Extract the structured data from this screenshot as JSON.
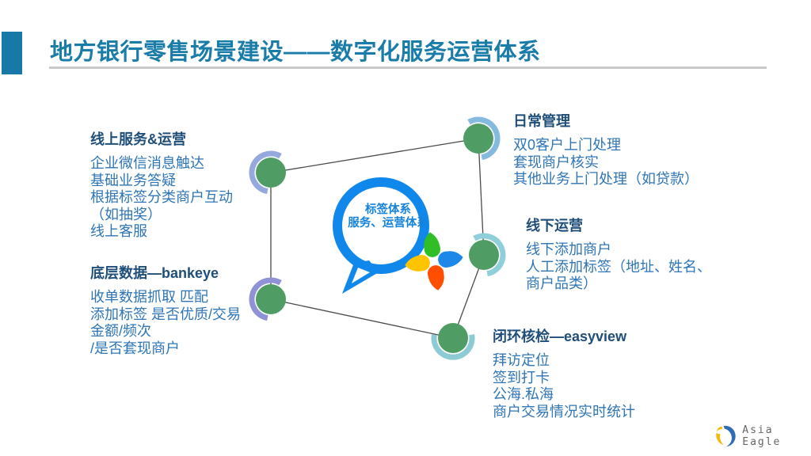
{
  "slide": {
    "title": "地方银行零售场景建设——数字化服务运营体系"
  },
  "center_label": {
    "line1": "标签体系",
    "line2": "服务、运营体系"
  },
  "blocks": {
    "online": {
      "title": "线上服务&运营",
      "lines": [
        "企业微信消息触达",
        "基础业务答疑",
        "根据标签分类商户互动",
        "（如抽奖）",
        "线上客服"
      ]
    },
    "daily": {
      "title": "日常管理",
      "lines": [
        "双0客户上门处理",
        "套现商户核实",
        "其他业务上门处理（如贷款）"
      ]
    },
    "offline": {
      "title": "线下运营",
      "lines": [
        "线下添加商户",
        "人工添加标签（地址、姓名、",
        "商户品类）"
      ]
    },
    "base_data": {
      "title": "底层数据—bankeye",
      "lines": [
        "收单数据抓取 匹配",
        "添加标签 是否优质/交易",
        "金额/频次",
        "/是否套现商户"
      ]
    },
    "loop": {
      "title": "闭环核检—easyview",
      "lines": [
        "拜访定位",
        "签到打卡",
        "公海.私海",
        "商户交易情况实时统计"
      ]
    }
  },
  "logo": {
    "brand": "Asia Eagle"
  },
  "colors": {
    "title_text": "#1A7CA8",
    "accent_bar": "#1878A8",
    "title_rule": "#C9C9C9",
    "block_title": "#1F4E79",
    "block_body": "#2E75B6",
    "connector_line": "#4A4A4A",
    "node_green": "#4F9D64",
    "arc_online": "#96A9DE",
    "arc_base_data": "#8F92D6",
    "arc_daily": "#85BADF",
    "arc_offline": "#8FCFD9",
    "arc_loop": "#8CCBD3",
    "bubble_blue": "#0F87EB",
    "bubble_text": "#1583DB",
    "petal_green": "#2FBE25",
    "petal_blue": "#1E88E8",
    "petal_orange": "#FF4E00",
    "petal_yellow": "#FFC400",
    "logo_yellow": "#F5B80C",
    "logo_blue": "#2E6CB5",
    "logo_text": "#666666"
  }
}
